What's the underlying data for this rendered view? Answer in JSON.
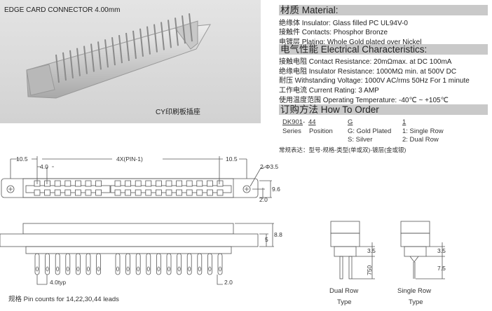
{
  "photo": {
    "title": "EDGE CARD CONNECTOR 4.00mm",
    "caption": "CY印刷板插座"
  },
  "material": {
    "heading": "材质 Material:",
    "lines": [
      "绝缘体 Insulator: Glass filled PC UL94V-0",
      "接触件 Contacts: Phosphor Bronze",
      "电镀层 Plating: Whole Gold plated over Nickel"
    ]
  },
  "electrical": {
    "heading": "电气性能 Electrical Characteristics:",
    "lines": [
      "接触电阻 Contact Resistance: 20mΩmax. at DC 100mA",
      "绝缘电阻 Insulator Resistance: 1000MΩ min. at 500V DC",
      "耐压 Withstanding Voltage: 1000V AC/rms 50Hz For 1 minute",
      "工作电流 Current Rating: 3 AMP"
    ],
    "temperature": "使用温度范围 Operating Temperature: -40℃ ~ +105℃"
  },
  "order": {
    "heading": "订购方法 How To Order",
    "code_series": "DK901",
    "code_sep": "-",
    "code_position": "44",
    "code_plating": "G",
    "code_row": "1",
    "label_series": "Series",
    "label_position": "Position",
    "plating_options": [
      "G: Gold Plated",
      "S: Silver"
    ],
    "row_options": [
      "1: Single Row",
      "2: Dual Row"
    ],
    "note": "常规表达：型号-规格-类型(单或双)-镀层(金或银)"
  },
  "drawing": {
    "dim_left": "10.5",
    "dim_span": "4X(PIN-1)",
    "dim_right": "10.5",
    "dim_pitch": "4.0",
    "dim_holes": "2-Φ3.5",
    "dim_height": "9.6",
    "dim_offset": "2.0",
    "dim_total_height": "8.8",
    "dim_flange": "5",
    "dim_pitch_typ": "4.0typ",
    "dim_pin_offset": "2.0",
    "pin_note": "规格 Pin counts for  14,22,30,44 leads",
    "left_group_pins": 7,
    "right_group_pins": 11
  },
  "types": {
    "dual": {
      "dim_a": "3.5",
      "dim_b": "750",
      "label1": "Dual Row",
      "label2": "Type"
    },
    "single": {
      "dim_a": "3.5",
      "dim_b": "7.5",
      "label1": "Single Row",
      "label2": "Type"
    }
  }
}
